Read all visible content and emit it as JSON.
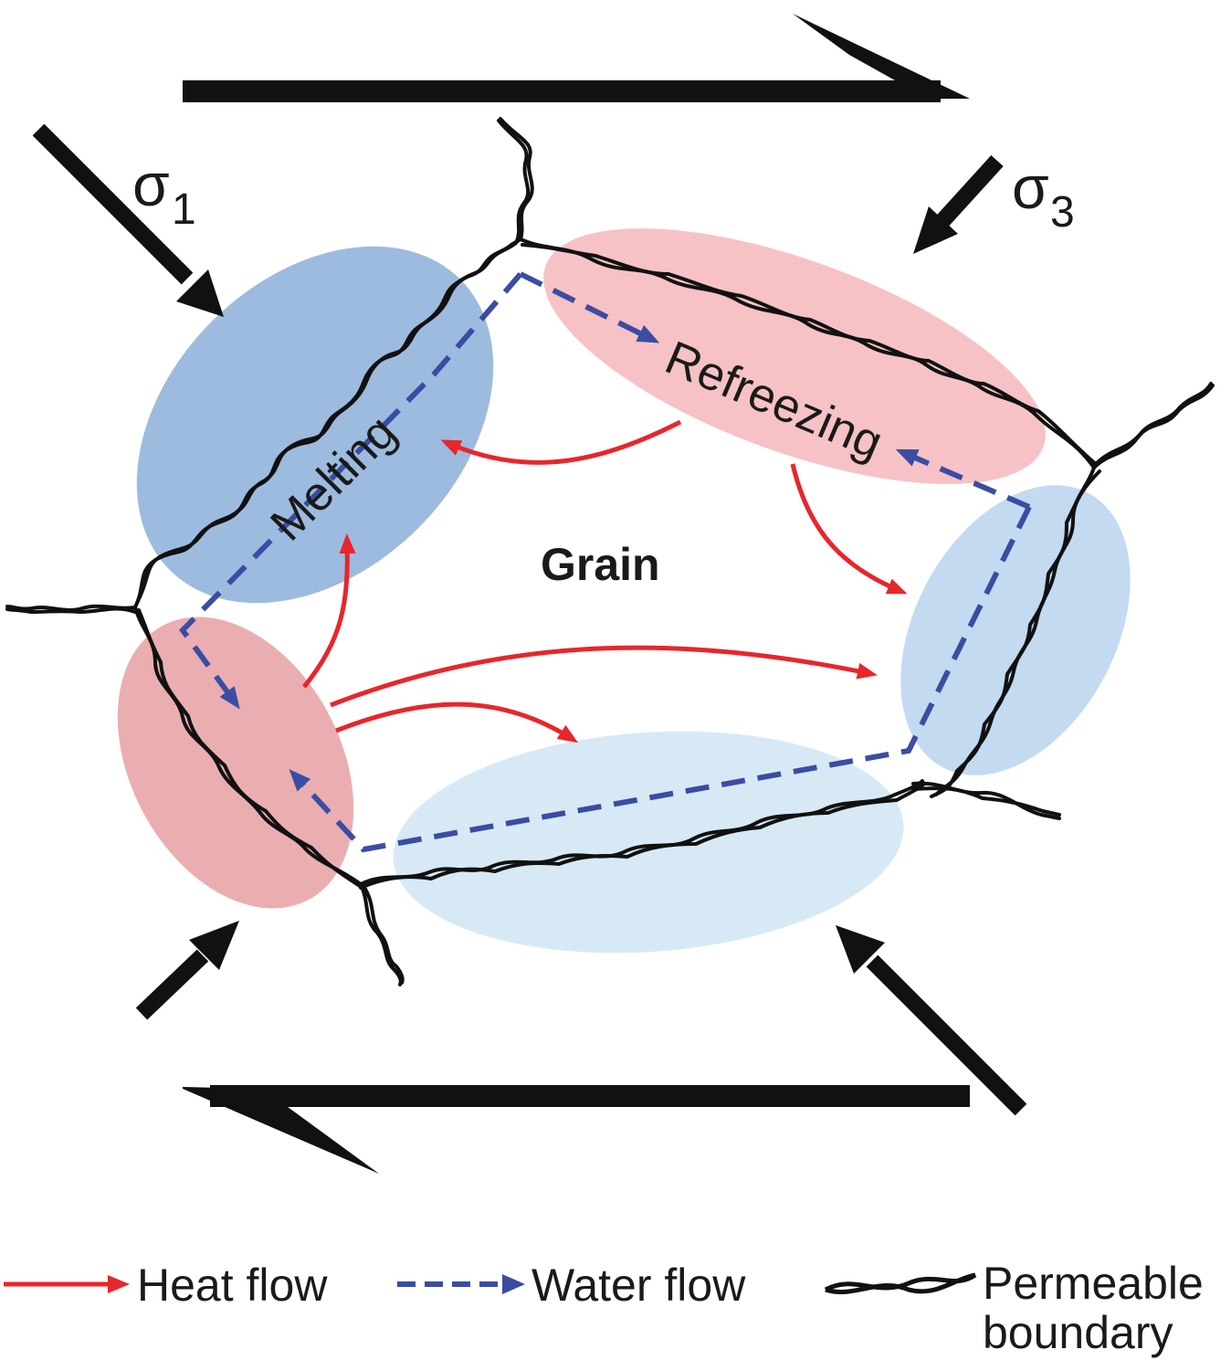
{
  "colors": {
    "heat_flow": "#e8262b",
    "water_flow": "#3a4da3",
    "boundary": "#111111",
    "shear_arrow": "#111111",
    "melting_zone": "#5b8dc8",
    "refreezing_zone": "#f3a1a6",
    "left_zone": "#d96b70",
    "right_zone": "#a9cbea",
    "bottom_zone": "#c3ddf1"
  },
  "labels": {
    "sigma1_symbol": "σ",
    "sigma1_subscript": "1",
    "sigma3_symbol": "σ",
    "sigma3_subscript": "3",
    "melting": "Melting",
    "refreezing": "Refreezing",
    "grain": "Grain"
  },
  "legend": {
    "heat_flow": "Heat flow",
    "water_flow": "Water flow",
    "permeable_line1": "Permeable",
    "permeable_line2": "boundary"
  },
  "icons": {
    "heat_flow": "red-arrow-icon",
    "water_flow": "blue-dashed-arrow-icon",
    "permeable_boundary": "twisted-line-icon"
  }
}
